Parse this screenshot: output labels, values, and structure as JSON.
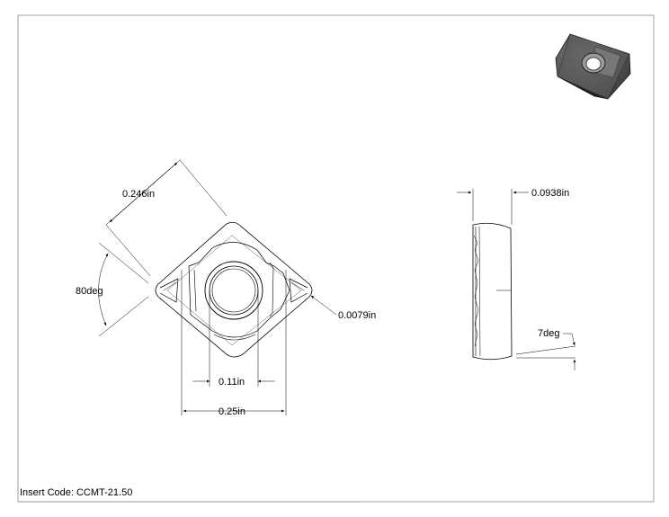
{
  "title_block": {
    "insert_code": "Insert Code: CCMT-21.50"
  },
  "dimensions": {
    "edge_length": "0.246in",
    "angle": "80deg",
    "corner_radius": "0.0079in",
    "hole_diameter": "0.11in",
    "overall_width": "0.25in",
    "thickness": "0.0938in",
    "clearance_angle": "7deg"
  }
}
